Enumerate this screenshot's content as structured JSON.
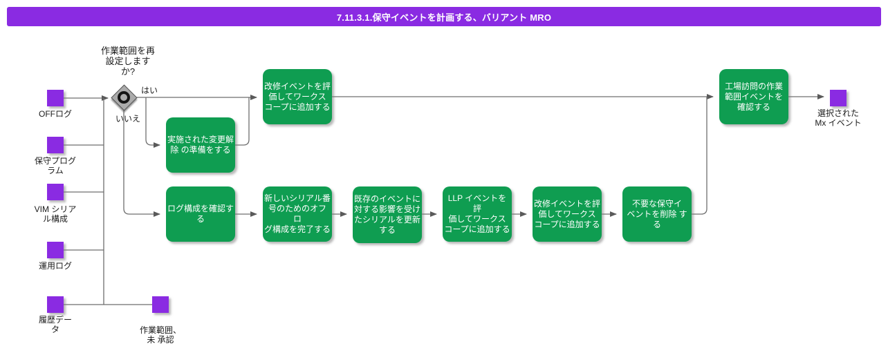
{
  "title": "7.11.3.1.保守イベントを計画する、バリアント MRO",
  "colors": {
    "accent_purple": "#8A2BE2",
    "task_green": "#0F9D51",
    "line_gray": "#6E6E6E",
    "background": "#FFFFFF"
  },
  "decision": {
    "question": "作業範囲を再\n設定します\nか?",
    "yes_label": "はい",
    "no_label": "いいえ"
  },
  "inputs": {
    "off_log": "OFFログ",
    "maintenance_program": "保守プログ\nラム",
    "vim_serial_config": "VIM シリア\nル構成",
    "operation_log": "運用ログ",
    "history_data": "履歴デー\nタ"
  },
  "outputs": {
    "workscope_unapproved": "作業範囲、\n未 承認",
    "selected_mx_event": "選択された\nMx イベント"
  },
  "tasks": {
    "evaluate_mod_event_top": "改修イベントを評\n価してワークス\nコープに追加する",
    "prepare_unincorporated_change": "実施された変更解\n除 の準備をする",
    "confirm_log_config": "ログ構成を確認す\nる",
    "complete_off_log_config": "新しいシリアル番\n号のためのオフ ロ\nグ構成を完了する",
    "update_affected_serials": "既存のイベントに\n対する影響を受け\nたシリアルを更新\nする",
    "evaluate_llp_event": "LLP イベントを評\n価してワークス\nコープに追加する",
    "evaluate_mod_event_bottom": "改修イベントを評\n価してワークス\nコープに追加する",
    "remove_unneeded_mx": "不要な保守イ\nベントを削除 する",
    "confirm_shop_visit_workscope": "工場訪問の作業\n範囲イベントを\n確認する"
  }
}
